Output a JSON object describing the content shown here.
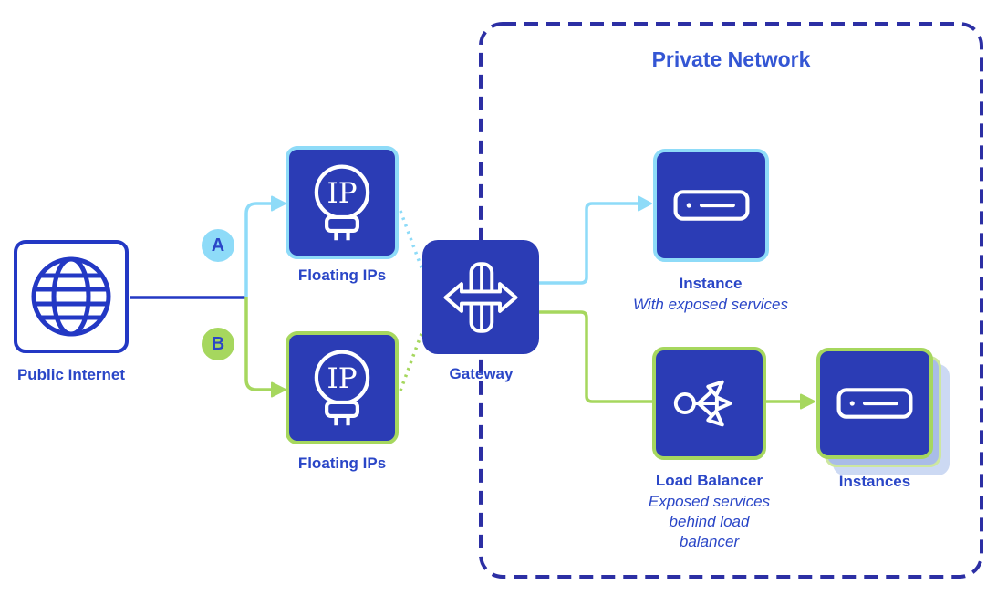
{
  "colors": {
    "box_fill": "#2b3cb5",
    "cyan": "#8edbf8",
    "green": "#a6d75e",
    "navy_dash": "#2c2fa4",
    "blue_line": "#2338c4",
    "label_blue": "#2a46c7",
    "title_blue": "#3456d4",
    "shadow1": "#a9bce7",
    "shadow1_border": "#cde79f",
    "shadow2": "#ccd9f3"
  },
  "private_network": {
    "title": "Private Network"
  },
  "badges": {
    "a": "A",
    "b": "B"
  },
  "nodes": {
    "public_internet": {
      "label": "Public Internet",
      "icon": "globe-icon"
    },
    "floating_ip_a": {
      "label": "Floating IPs",
      "icon": "ip-balloon-icon",
      "icon_text": "IP"
    },
    "floating_ip_b": {
      "label": "Floating IPs",
      "icon": "ip-balloon-icon",
      "icon_text": "IP"
    },
    "gateway": {
      "label": "Gateway",
      "icon": "gateway-arrows-icon"
    },
    "instance": {
      "label": "Instance",
      "subtitle": "With exposed services",
      "icon": "server-icon"
    },
    "load_balancer": {
      "label": "Load Balancer",
      "subtitle_lines": [
        "Exposed services",
        "behind load",
        "balancer"
      ],
      "icon": "load-balancer-icon"
    },
    "instances": {
      "label": "Instances",
      "icon": "server-icon"
    }
  }
}
